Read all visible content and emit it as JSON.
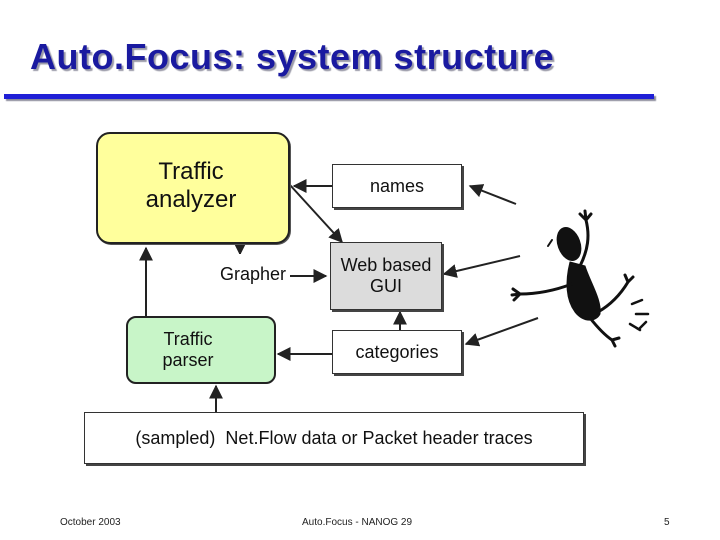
{
  "slide": {
    "title": "Auto.Focus: system structure",
    "footer_left": "October 2003",
    "footer_center": "Auto.Focus - NANOG 29",
    "footer_right": "5"
  },
  "diagram": {
    "traffic_analyzer": "Traffic\nanalyzer",
    "grapher": "Grapher",
    "traffic_parser": "Traffic\nparser",
    "names": "names",
    "web_gui": "Web based\nGUI",
    "categories": "categories",
    "data_source": "(sampled)  Net.Flow data or Packet header traces"
  },
  "colors": {
    "title": "#1a1aa0",
    "rule": "#1f1fd6",
    "analyzer_fill": "#ffff9c",
    "parser_fill": "#c8f5c8",
    "gui_fill": "#dcdcdc"
  },
  "icons": [
    "stick-figure-user-icon"
  ]
}
